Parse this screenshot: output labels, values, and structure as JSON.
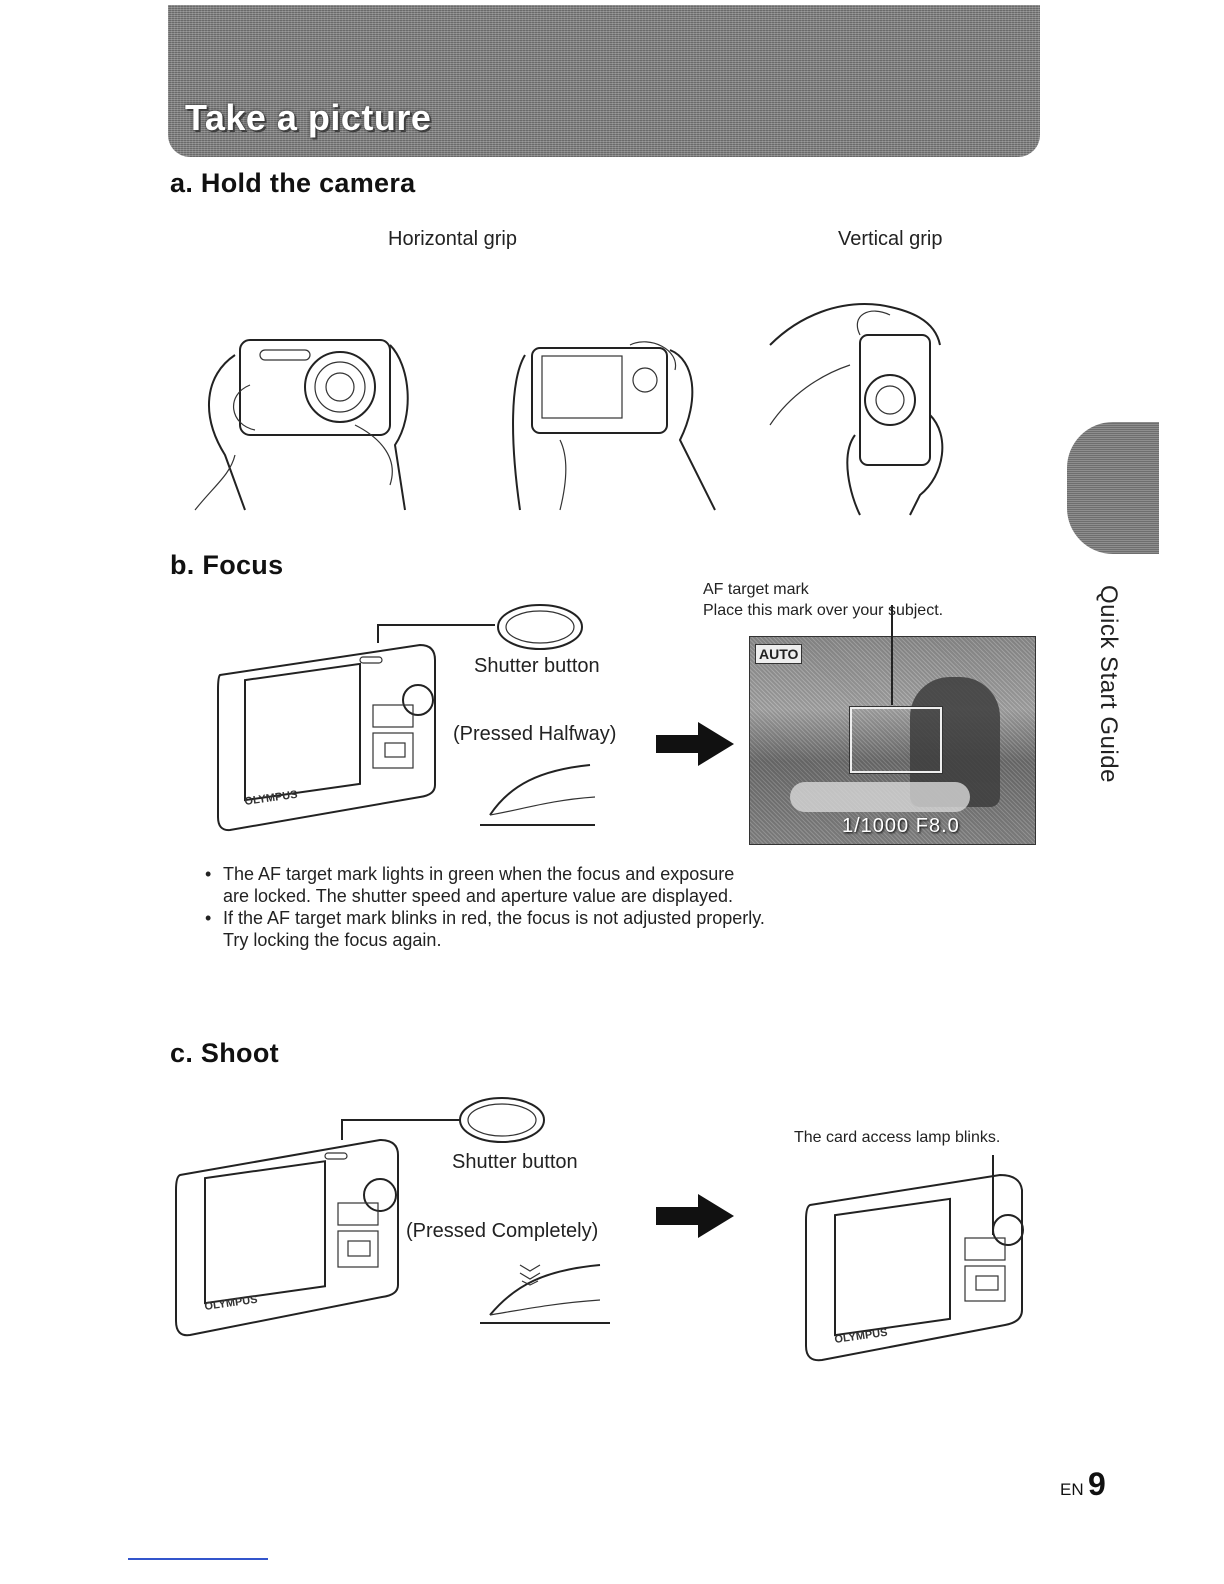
{
  "banner": {
    "title": "Take a picture"
  },
  "section_a": {
    "heading": "a. Hold the camera",
    "horizontal_label": "Horizontal grip",
    "vertical_label": "Vertical grip"
  },
  "section_b": {
    "heading": "b. Focus",
    "af_label": "AF target mark",
    "af_hint": "Place this mark over your subject.",
    "shutter_label": "Shutter button",
    "press_label": "(Pressed Halfway)",
    "screen_mode": "AUTO",
    "screen_readout": "1/1000 F8.0",
    "bullets": [
      "The AF target mark lights in green when the focus and exposure are locked. The shutter speed and aperture value are displayed.",
      "If the AF target mark blinks in red, the focus is not adjusted properly. Try locking the focus again."
    ]
  },
  "section_c": {
    "heading": "c. Shoot",
    "shutter_label": "Shutter button",
    "press_label": "(Pressed Completely)",
    "lamp_label": "The card access lamp blinks."
  },
  "camera": {
    "brand": "OLYMPUS"
  },
  "side_tab": {
    "text": "Quick Start Guide"
  },
  "footer": {
    "lang": "EN",
    "page": "9"
  }
}
